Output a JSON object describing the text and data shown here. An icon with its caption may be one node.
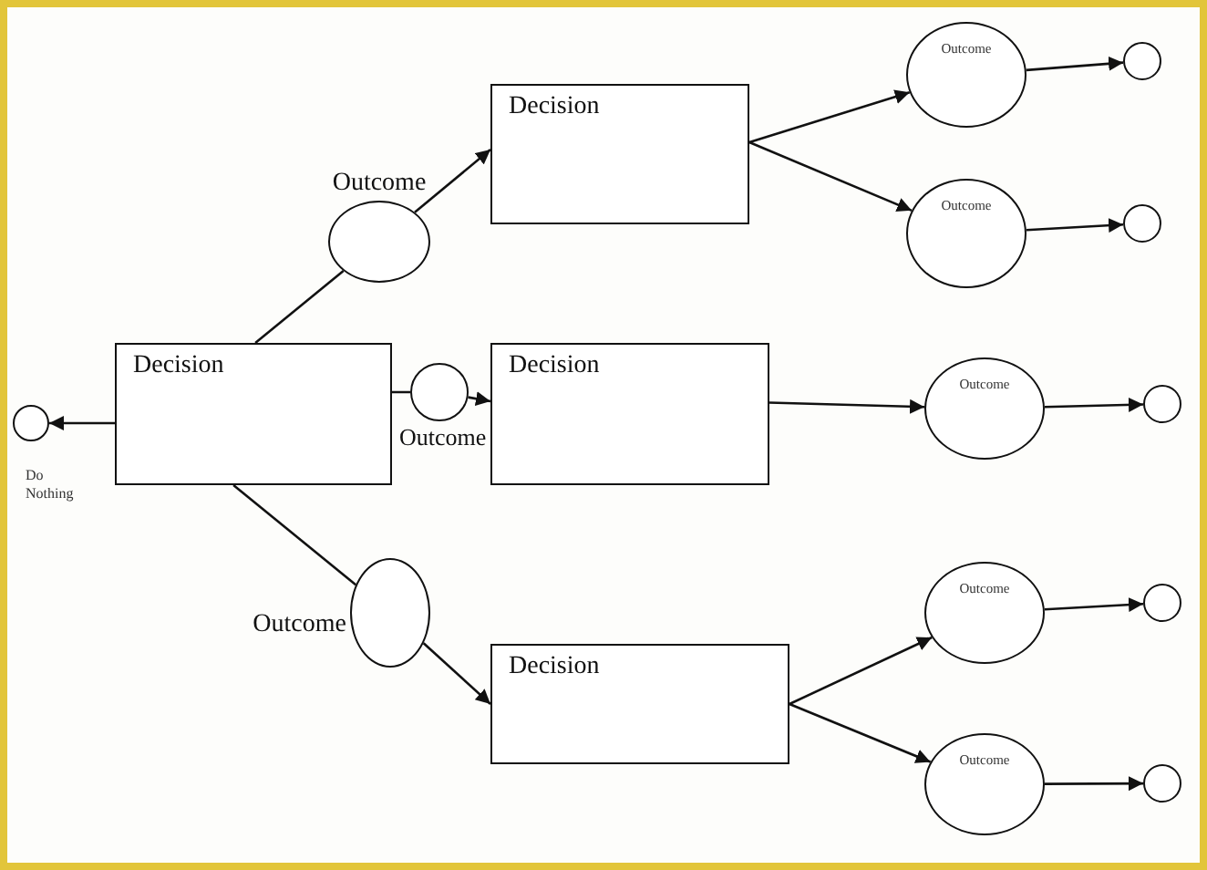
{
  "diagram": {
    "nodes": [
      {
        "text": [
          "Decision"
        ]
      },
      {
        "text": [],
        "shape": "circle",
        "beside": [
          "Do Nothing"
        ]
      },
      {
        "text": [
          "Outcome"
        ]
      },
      {
        "text": [
          "Outcome"
        ]
      },
      {
        "text": [
          "Outcome"
        ]
      },
      {
        "text": [
          "Decision"
        ]
      },
      {
        "text": [
          "Decision"
        ]
      },
      {
        "text": [
          "Decision"
        ]
      },
      {
        "text": [
          "Outcome"
        ]
      },
      {
        "text": [
          "Outcome"
        ]
      },
      {
        "text": [
          "Outcome"
        ]
      },
      {
        "text": [
          "Outcome"
        ]
      },
      {
        "text": [
          "Outcome"
        ]
      },
      {
        "text": [],
        "shape": "circle"
      },
      {
        "text": [],
        "shape": "circle"
      },
      {
        "text": [],
        "shape": "circle"
      },
      {
        "text": [],
        "shape": "circle"
      },
      {
        "text": [],
        "shape": "circle"
      }
    ],
    "edges": [
      {
        "from": 0,
        "to": 1,
        "arrow": "to"
      },
      {
        "from": 0,
        "to": 2,
        "arrow": "none"
      },
      {
        "from": 2,
        "to": 5,
        "arrow": "to"
      },
      {
        "from": 0,
        "to": 3,
        "arrow": "none"
      },
      {
        "from": 3,
        "to": 6,
        "arrow": "to"
      },
      {
        "from": 0,
        "to": 4,
        "arrow": "none"
      },
      {
        "from": 4,
        "to": 7,
        "arrow": "to"
      },
      {
        "from": 5,
        "to": 8,
        "arrow": "to"
      },
      {
        "from": 5,
        "to": 9,
        "arrow": "to"
      },
      {
        "from": 6,
        "to": 10,
        "arrow": "to"
      },
      {
        "from": 7,
        "to": 11,
        "arrow": "to"
      },
      {
        "from": 7,
        "to": 12,
        "arrow": "to"
      },
      {
        "from": 8,
        "to": 13,
        "arrow": "to"
      },
      {
        "from": 9,
        "to": 14,
        "arrow": "to"
      },
      {
        "from": 10,
        "to": 15,
        "arrow": "to"
      },
      {
        "from": 11,
        "to": 16,
        "arrow": "to"
      },
      {
        "from": 12,
        "to": 17,
        "arrow": "to"
      }
    ]
  }
}
